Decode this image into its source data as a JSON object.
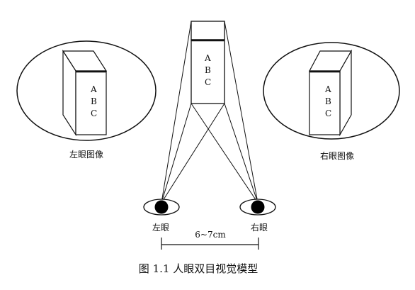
{
  "diagram": {
    "caption": "图 1.1  人眼双目视觉模型",
    "left_image_label": "左眼图像",
    "right_image_label": "右眼图像",
    "left_eye_label": "左眼",
    "right_eye_label": "右眼",
    "distance_label": "6~7cm",
    "box_letters": [
      "A",
      "B",
      "C"
    ]
  }
}
